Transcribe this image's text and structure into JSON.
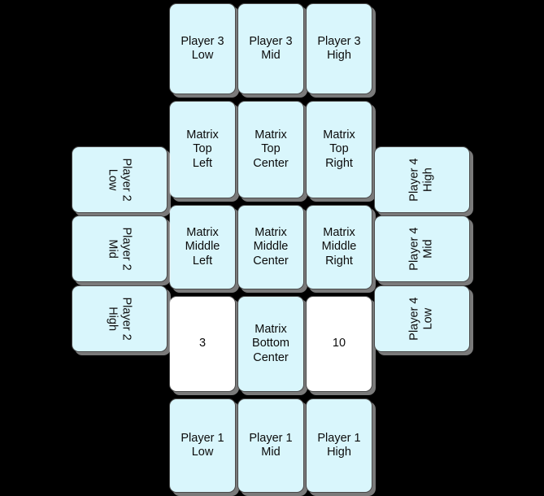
{
  "board": {
    "background_color": "#000000",
    "card_fill": "#d9f6fc",
    "card_fill_alt": "#ffffff",
    "card_border": "#4a4a4a"
  },
  "center_grid": {
    "row1": [
      {
        "text": "Player 3\nLow",
        "fill": "blue"
      },
      {
        "text": "Player 3\nMid",
        "fill": "blue"
      },
      {
        "text": "Player 3\nHigh",
        "fill": "blue"
      }
    ],
    "row2": [
      {
        "text": "Matrix\nTop\nLeft",
        "fill": "blue"
      },
      {
        "text": "Matrix\nTop\nCenter",
        "fill": "blue"
      },
      {
        "text": "Matrix\nTop\nRight",
        "fill": "blue"
      }
    ],
    "row3": [
      {
        "text": "Matrix\nMiddle\nLeft",
        "fill": "blue"
      },
      {
        "text": "Matrix\nMiddle\nCenter",
        "fill": "blue"
      },
      {
        "text": "Matrix\nMiddle\nRight",
        "fill": "blue"
      }
    ],
    "row4": [
      {
        "text": "3",
        "fill": "white"
      },
      {
        "text": "Matrix\nBottom\nCenter",
        "fill": "blue"
      },
      {
        "text": "10",
        "fill": "white"
      }
    ],
    "row5": [
      {
        "text": "Player 1\nLow",
        "fill": "blue"
      },
      {
        "text": "Player 1\nMid",
        "fill": "blue"
      },
      {
        "text": "Player 1\nHigh",
        "fill": "blue"
      }
    ]
  },
  "left_wing": {
    "player": "Player 2",
    "rotation": "clockwise-90",
    "cards": [
      {
        "text": "Player 2\nLow"
      },
      {
        "text": "Player 2\nMid"
      },
      {
        "text": "Player 2\nHigh"
      }
    ]
  },
  "right_wing": {
    "player": "Player 4",
    "rotation": "counterclockwise-90",
    "cards": [
      {
        "text": "Player 4\nHigh"
      },
      {
        "text": "Player 4\nMid"
      },
      {
        "text": "Player 4\nLow"
      }
    ]
  }
}
